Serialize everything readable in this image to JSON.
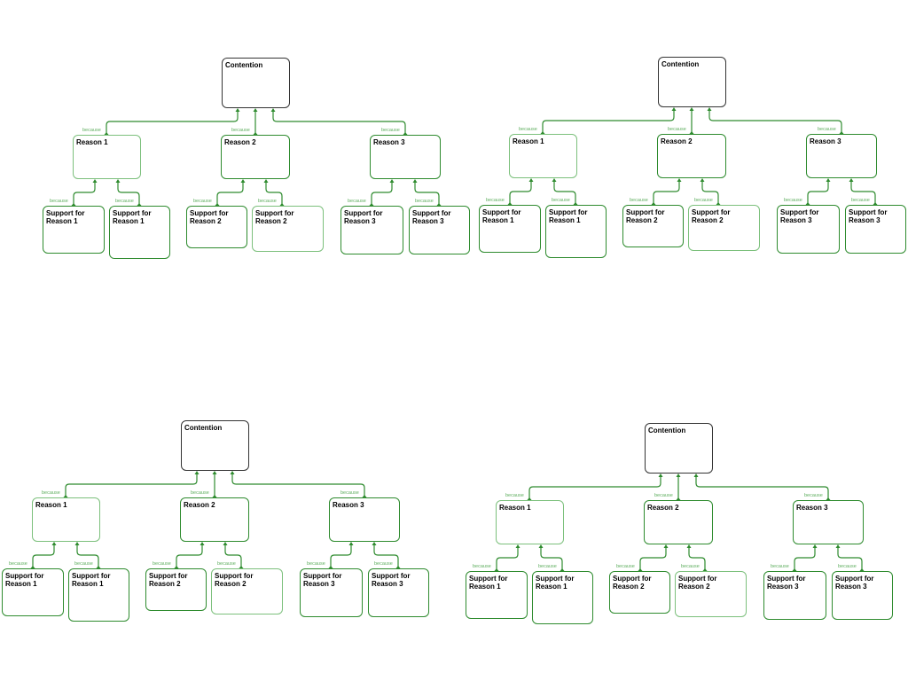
{
  "maps": [
    {
      "contention": "Contention",
      "reasons": [
        {
          "label": "Reason 1",
          "supports": [
            "Support for Reason 1",
            "Support for Reason 1"
          ]
        },
        {
          "label": "Reason 2",
          "supports": [
            "Support for Reason 2",
            "Support for Reason 2"
          ]
        },
        {
          "label": "Reason 3",
          "supports": [
            "Support for Reason 3",
            "Support for Reason 3"
          ]
        }
      ]
    },
    {
      "contention": "Contention",
      "reasons": [
        {
          "label": "Reason 1",
          "supports": [
            "Support for Reason 1",
            "Support for Reason 1"
          ]
        },
        {
          "label": "Reason 2",
          "supports": [
            "Support for Reason 2",
            "Support for Reason 2"
          ]
        },
        {
          "label": "Reason 3",
          "supports": [
            "Support for Reason 3",
            "Support for Reason 3"
          ]
        }
      ]
    },
    {
      "contention": "Contention",
      "reasons": [
        {
          "label": "Reason 1",
          "supports": [
            "Support for Reason 1",
            "Support for Reason 1"
          ]
        },
        {
          "label": "Reason 2",
          "supports": [
            "Support for Reason 2",
            "Support for Reason 2"
          ]
        },
        {
          "label": "Reason 3",
          "supports": [
            "Support for Reason 3",
            "Support for Reason 3"
          ]
        }
      ]
    },
    {
      "contention": "Contention",
      "reasons": [
        {
          "label": "Reason 1",
          "supports": [
            "Support for Reason 1",
            "Support for Reason 1"
          ]
        },
        {
          "label": "Reason 2",
          "supports": [
            "Support for Reason 2",
            "Support for Reason 2"
          ]
        },
        {
          "label": "Reason 3",
          "supports": [
            "Support for Reason 3",
            "Support for Reason 3"
          ]
        }
      ]
    }
  ],
  "connector_label": "because",
  "colors": {
    "link": "#2e8b2e",
    "because": "#5fae5f",
    "contention_border": "#333333"
  }
}
